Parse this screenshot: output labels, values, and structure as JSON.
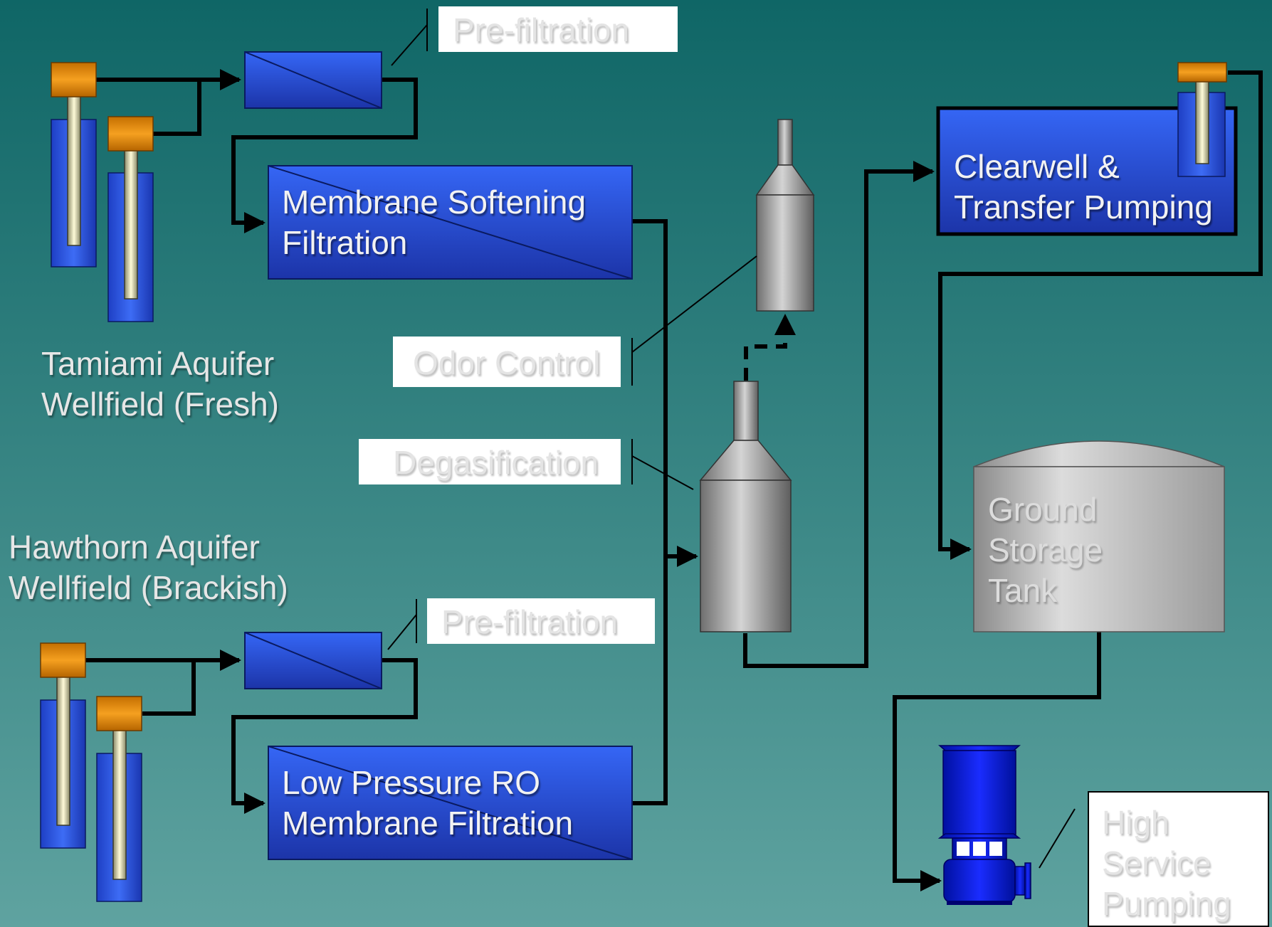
{
  "colors": {
    "background_top": "#0f6666",
    "background_bottom": "#5fa3a0",
    "process_blue": "#2a56e8",
    "process_blue_dark": "#1a2f9c",
    "well_cap_orange": "#e08a00",
    "vessel_gray": "#a8a8a8",
    "pipe": "#000000",
    "callout_bg": "#ffffff",
    "callout_text": "#e4e4e4"
  },
  "labels": {
    "prefiltration_top": "Pre-filtration",
    "prefiltration_bottom": "Pre-filtration",
    "odor_control": "Odor Control",
    "degasification": "Degasification",
    "membrane_softening": [
      "Membrane Softening",
      "Filtration"
    ],
    "low_pressure_ro": [
      "Low Pressure RO",
      "Membrane Filtration"
    ],
    "clearwell": [
      "Clearwell &",
      "Transfer Pumping"
    ],
    "ground_storage": [
      "Ground",
      "Storage",
      "Tank"
    ],
    "high_service": [
      "High",
      "Service",
      "Pumping"
    ],
    "tamiami": [
      "Tamiami Aquifer",
      "Wellfield (Fresh)"
    ],
    "hawthorn": [
      "Hawthorn Aquifer",
      "Wellfield (Brackish)"
    ]
  },
  "icons": {
    "well": "well-pump-icon",
    "filter": "filter-vessel-icon",
    "tower": "degasifier-tower-icon",
    "tank": "ground-storage-tank-icon",
    "pump": "high-service-pump-icon"
  }
}
